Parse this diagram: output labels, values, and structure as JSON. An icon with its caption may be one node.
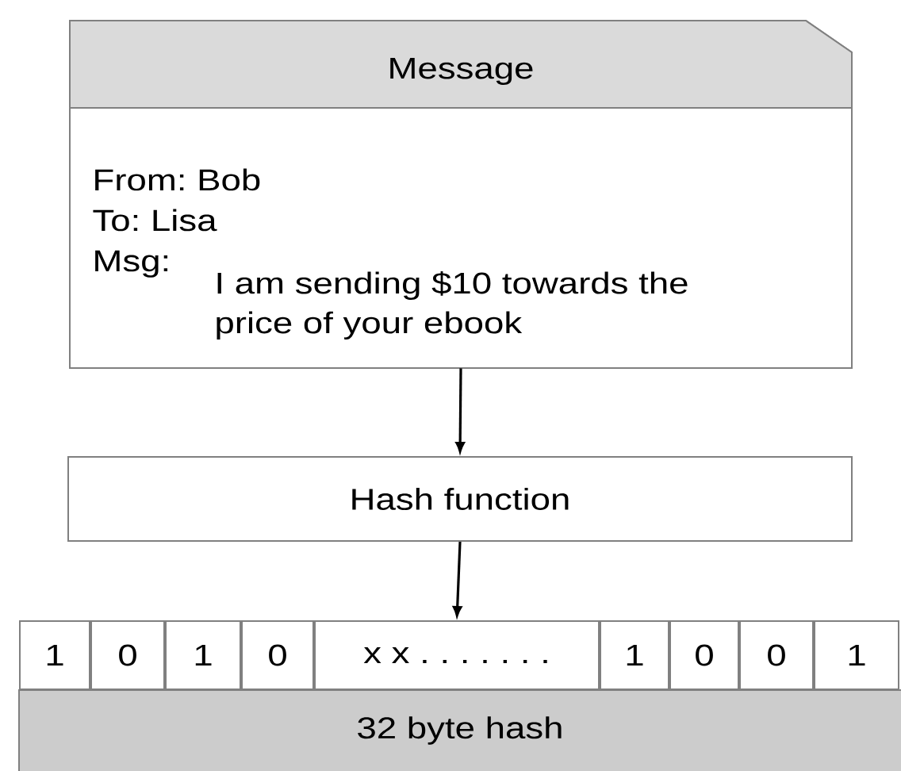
{
  "diagram": {
    "nodes": [
      {
        "text": [
          "Message",
          "From: Bob",
          "To: Lisa",
          "Msg:",
          "I am sending $10 towards the price of your ebook"
        ]
      },
      {
        "text": [
          "Hash function"
        ]
      },
      {
        "text": [
          "32 byte hash"
        ]
      },
      {
        "text": [
          "1"
        ]
      },
      {
        "text": [
          "0"
        ]
      },
      {
        "text": [
          "1"
        ]
      },
      {
        "text": [
          "0"
        ]
      },
      {
        "text": [
          "x x . . . . . . ."
        ]
      },
      {
        "text": [
          "1"
        ]
      },
      {
        "text": [
          "0"
        ]
      },
      {
        "text": [
          "0"
        ]
      },
      {
        "text": [
          "1"
        ]
      }
    ],
    "edges": [
      {
        "from": 0,
        "to": 1,
        "arrow": "to"
      },
      {
        "from": 1,
        "to": 7,
        "arrow": "to"
      }
    ]
  }
}
